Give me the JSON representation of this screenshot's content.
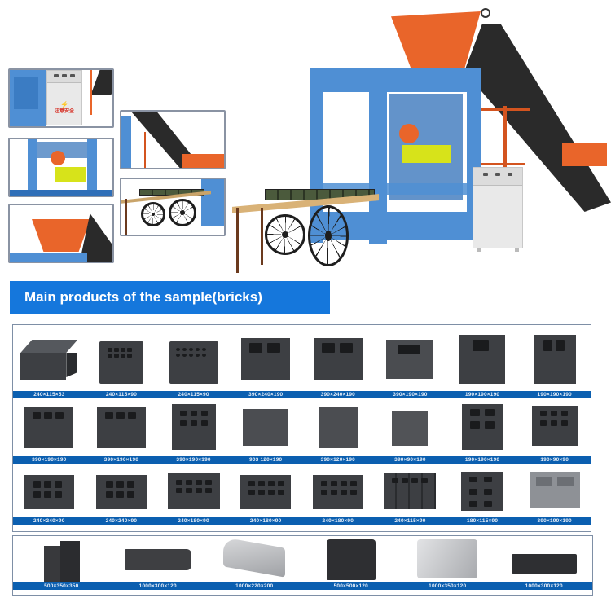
{
  "photo": {
    "main_machine_alt": "Concrete block making machine with hopper, conveyor, control cabinet and brick cart",
    "cabinet_sign": "注意安全",
    "insets": [
      {
        "id": "control-cabinet",
        "alt": "Electrical control cabinet"
      },
      {
        "id": "conveyor-belt",
        "alt": "Inclined conveyor belt"
      },
      {
        "id": "mould-press",
        "alt": "Mould and press assembly"
      },
      {
        "id": "brick-cart",
        "alt": "Brick transfer cart"
      },
      {
        "id": "feed-hopper",
        "alt": "Orange feed hopper"
      }
    ]
  },
  "section": {
    "title": "Main products of the sample(bricks)"
  },
  "catalog": {
    "rows": [
      {
        "labels": [
          "240×115×53",
          "240×115×90",
          "240×115×90",
          "390×240×190",
          "390×240×190",
          "390×190×190",
          "190×190×190",
          "190×190×190"
        ]
      },
      {
        "labels": [
          "390×190×190",
          "390×190×190",
          "390×190×190",
          "903 120×190",
          "390×120×190",
          "390×90×190",
          "190×190×190",
          "190×90×90"
        ]
      },
      {
        "labels": [
          "240×240×90",
          "240×240×90",
          "240×180×90",
          "240×180×90",
          "240×180×90",
          "240×115×90",
          "180×115×90",
          "390×190×190"
        ]
      }
    ],
    "special_row": {
      "labels": [
        "500×350×350",
        "1000×300×120",
        "1000×220×200",
        "500×500×120",
        "1000×350×120",
        "1000×300×120"
      ]
    }
  },
  "colors": {
    "heading_blue": "#1577dc",
    "label_bar_blue": "#0b5fb0",
    "machine_blue": "#4f8fd4",
    "hopper_orange": "#e9652a",
    "panel_border": "#7e8fa6"
  }
}
